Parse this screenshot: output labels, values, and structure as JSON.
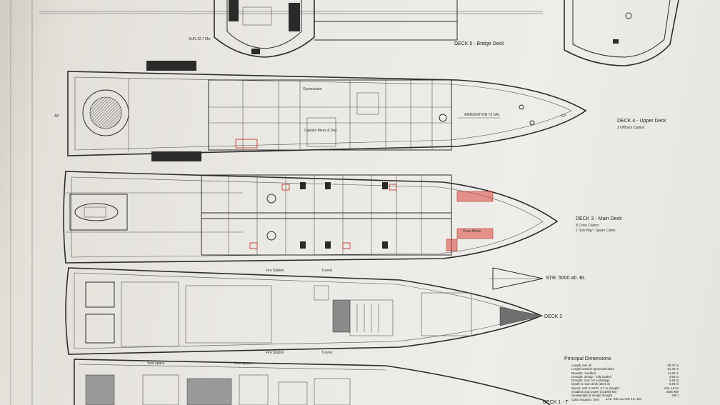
{
  "drawing": {
    "decks": [
      {
        "id": "deck5",
        "title": "DECK 5 - Bridge Deck",
        "subtitle": ""
      },
      {
        "id": "deck4",
        "title": "DECK 4 - Upper Deck",
        "subtitle": "2 Officers Cabins"
      },
      {
        "id": "deck3",
        "title": "DECK 3 - Main Deck",
        "subtitle": "8 Crew Cabins",
        "subtitle2": "1 Sick Bay / Spare Cabin"
      },
      {
        "id": "str",
        "title": "STR. 5000 ab. BL",
        "subtitle": ""
      },
      {
        "id": "deck2",
        "title": "DECK 2",
        "subtitle": ""
      },
      {
        "id": "deck1",
        "title": "DECK 1 - T",
        "subtitle": ""
      }
    ],
    "labels": {
      "sun": "SUN 12.7 Mtr.",
      "ap": "AP",
      "fp": "FP",
      "gymnasium": "Gymnasium",
      "captain": "Captain Mess & Day",
      "ammunition": "AMMUNITION 72 SAL",
      "crew_mess": "Crew Mess",
      "void_space": "Void space",
      "fire_station": "Fire Station",
      "tunnel": "Tunnel"
    },
    "principal_dimensions": {
      "title": "Principal Dimensions",
      "rows": [
        {
          "label": "Length over all",
          "value": "68.70 m"
        },
        {
          "label": "Length between perpendiculars",
          "value": "61.40 m"
        },
        {
          "label": "Breadth, moulded",
          "value": "11.20 m"
        },
        {
          "label": "Draught, design - fully loaded",
          "value": "3.60 m"
        },
        {
          "label": "Draught, max. for scantlings",
          "value": "3.80 m"
        },
        {
          "label": "Depth to main deck (deck 3)",
          "value": "6.30 m"
        },
        {
          "label": "Speed, 100 % MCR, 3.7 m draught",
          "value": "min. 18 kn"
        },
        {
          "label": "Installed prop power (2x1800 kw)",
          "value": "3600 kW"
        },
        {
          "label": "Deadweight at design draught",
          "value": "200 t"
        },
        {
          "label": "Class Notation, DNV",
          "value": ""
        }
      ],
      "class_note": "1A1, ICE CLASS 1C, EO"
    }
  }
}
